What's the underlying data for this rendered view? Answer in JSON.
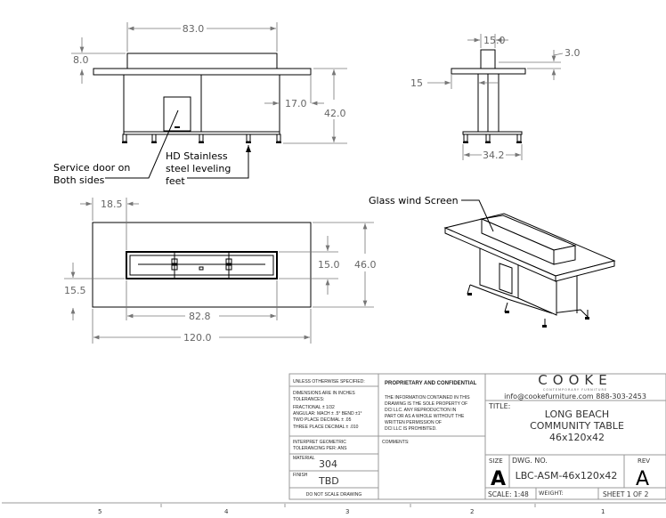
{
  "front_view": {
    "dims": {
      "width": "83.0",
      "screen_height": "8.0",
      "offset": "17.0",
      "height": "42.0"
    },
    "callouts": {
      "door_line1": "Service door on",
      "door_line2": "Both sides",
      "feet_line1": "HD Stainless",
      "feet_line2": "steel leveling",
      "feet_line3": "feet"
    }
  },
  "side_view": {
    "dims": {
      "screen_width": "15.0",
      "screen_height": "3.0",
      "overhang": "15",
      "base_width": "34.2"
    }
  },
  "top_view": {
    "dims": {
      "inset_x": "18.5",
      "burner_depth": "15.0",
      "depth": "46.0",
      "inset_y": "15.5",
      "burner_length": "82.8",
      "length": "120.0"
    }
  },
  "iso_view": {
    "callout": "Glass wind Screen"
  },
  "title_block": {
    "tolerances_header": "UNLESS OTHERWISE SPECIFIED:",
    "tolerances": [
      "DIMENSIONS ARE IN INCHES",
      "TOLERANCES:",
      "FRACTIONAL ± 1/32",
      "ANGULAR: MACH ± .5° BEND ±1°",
      "TWO PLACE DECIMAL    ± .05",
      "THREE PLACE DECIMAL  ± .010"
    ],
    "interpret_line1": "INTERPRET GEOMETRIC",
    "interpret_line2": "TOLERANCING PER: ANS",
    "material_label": "MATERIAL",
    "material": "304",
    "finish_label": "FINISH",
    "finish": "TBD",
    "no_scale": "DO NOT SCALE DRAWING",
    "proprietary_header": "PROPRIETARY AND CONFIDENTIAL",
    "proprietary_text": [
      "THE INFORMATION CONTAINED IN THIS",
      "DRAWING IS THE SOLE PROPERTY OF",
      "DCI LLC.  ANY REPRODUCTION IN",
      "PART OR AS A WHOLE WITHOUT THE",
      "WRITTEN PERMISSION OF",
      "DCI LLC IS PROHIBITED."
    ],
    "comments_label": "COMMENTS:",
    "brand": "COOKE",
    "brand_tagline": "CONTEMPORARY FURNITURE",
    "contact": "info@cookefurniture.com 888-303-2453",
    "title_label": "TITLE:",
    "title_lines": [
      "LONG BEACH",
      "COMMUNITY TABLE",
      "46x120x42"
    ],
    "size_label": "SIZE",
    "size": "A",
    "dwg_no_label": "DWG.  NO.",
    "dwg_no": "LBC-ASM-46x120x42",
    "rev_label": "REV",
    "rev": "A",
    "scale": "SCALE: 1:48",
    "weight": "WEIGHT:",
    "sheet": "SHEET 1 OF 2"
  },
  "zones": [
    "5",
    "4",
    "3",
    "2",
    "1"
  ]
}
